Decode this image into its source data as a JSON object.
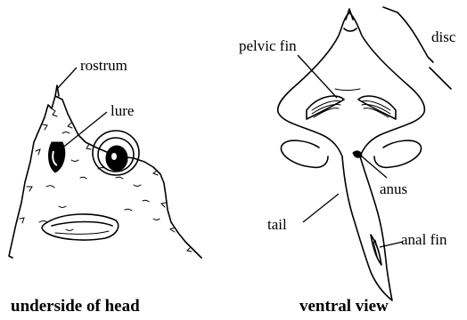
{
  "left_panel": {
    "labels": {
      "rostrum": "rostrum",
      "lure": "lure"
    },
    "caption": "underside of head"
  },
  "right_panel": {
    "labels": {
      "pelvic_fin": "pelvic fin",
      "disc": "disc",
      "anus": "anus",
      "tail": "tail",
      "anal_fin": "anal fin"
    },
    "caption": "ventral view"
  }
}
